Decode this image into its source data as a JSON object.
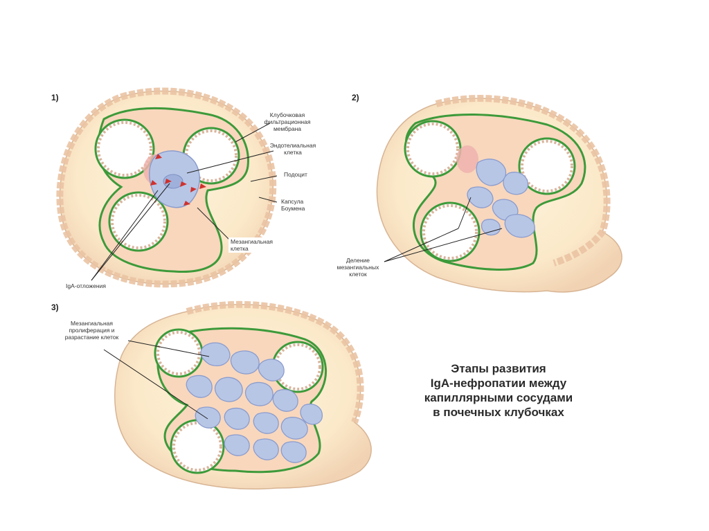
{
  "panels": {
    "p1": {
      "number": "1)",
      "labels": {
        "membrane": "Клубочковая\nфильтрационная\nмембрана",
        "endothelial": "Эндотелиальная\nклетка",
        "podocyte": "Подоцит",
        "capsule": "Капсула\nБоумена",
        "mesangial": "Мезангиальная\nклетка",
        "iga": "IgA-отложения"
      }
    },
    "p2": {
      "number": "2)",
      "labels": {
        "division": "Деление\nмезангиальных\nклеток"
      }
    },
    "p3": {
      "number": "3)",
      "labels": {
        "proliferation": "Мезангиальная\nпролиферация и\nразрастание клеток"
      }
    }
  },
  "caption": {
    "line1": "Этапы развития",
    "line2": "IgA-нефропатии между",
    "line3": "капиллярными сосудами",
    "line4": "в почечных клубочках"
  },
  "colors": {
    "capsule_fill": "#fbe6c8",
    "capsule_outer": "#f2d9bd",
    "capsule_cells": "#f6cfb4",
    "membrane_green": "#3d9a3a",
    "mesangium_blue": "#b8c6e6",
    "mesangium_stroke": "#8a9ccd",
    "matrix_peach": "#f3c6a7",
    "podocyte_pink": "#efb3ae",
    "iga_red": "#d0312d",
    "leader_line": "#222222"
  }
}
